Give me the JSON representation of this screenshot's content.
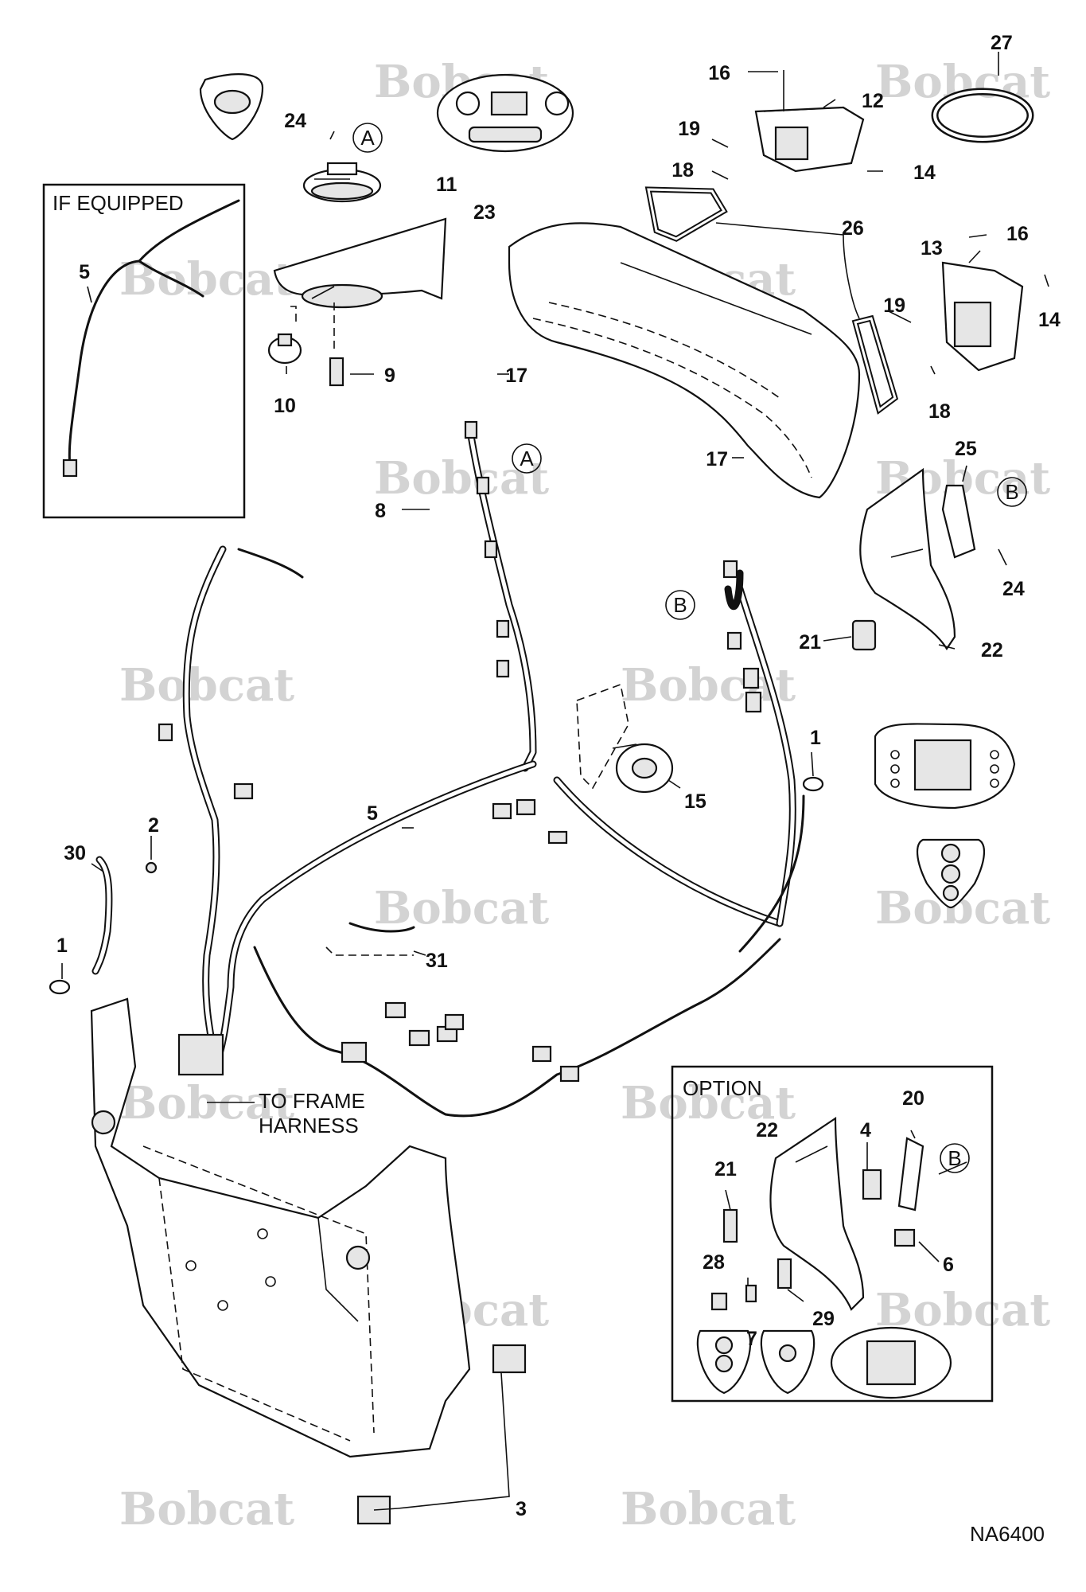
{
  "diagram_id": "NA6400",
  "watermark": "Bobcat",
  "callouts": {
    "if_equipped": "IF EQUIPPED",
    "option": "OPTION",
    "frame_harness_line1": "TO FRAME",
    "frame_harness_line2": "HARNESS",
    "ref_a": "A",
    "ref_b": "B"
  },
  "labels": {
    "n1": "1",
    "n2": "2",
    "n3": "3",
    "n4": "4",
    "n5": "5",
    "n6": "6",
    "n7": "7",
    "n8": "8",
    "n9": "9",
    "n10": "10",
    "n11": "11",
    "n12": "12",
    "n13": "13",
    "n14": "14",
    "n15": "15",
    "n16": "16",
    "n17": "17",
    "n18": "18",
    "n19": "19",
    "n20": "20",
    "n21": "21",
    "n22": "22",
    "n23": "23",
    "n24": "24",
    "n25": "25",
    "n26": "26",
    "n27": "27",
    "n28": "28",
    "n29": "29",
    "n30": "30",
    "n31": "31"
  }
}
